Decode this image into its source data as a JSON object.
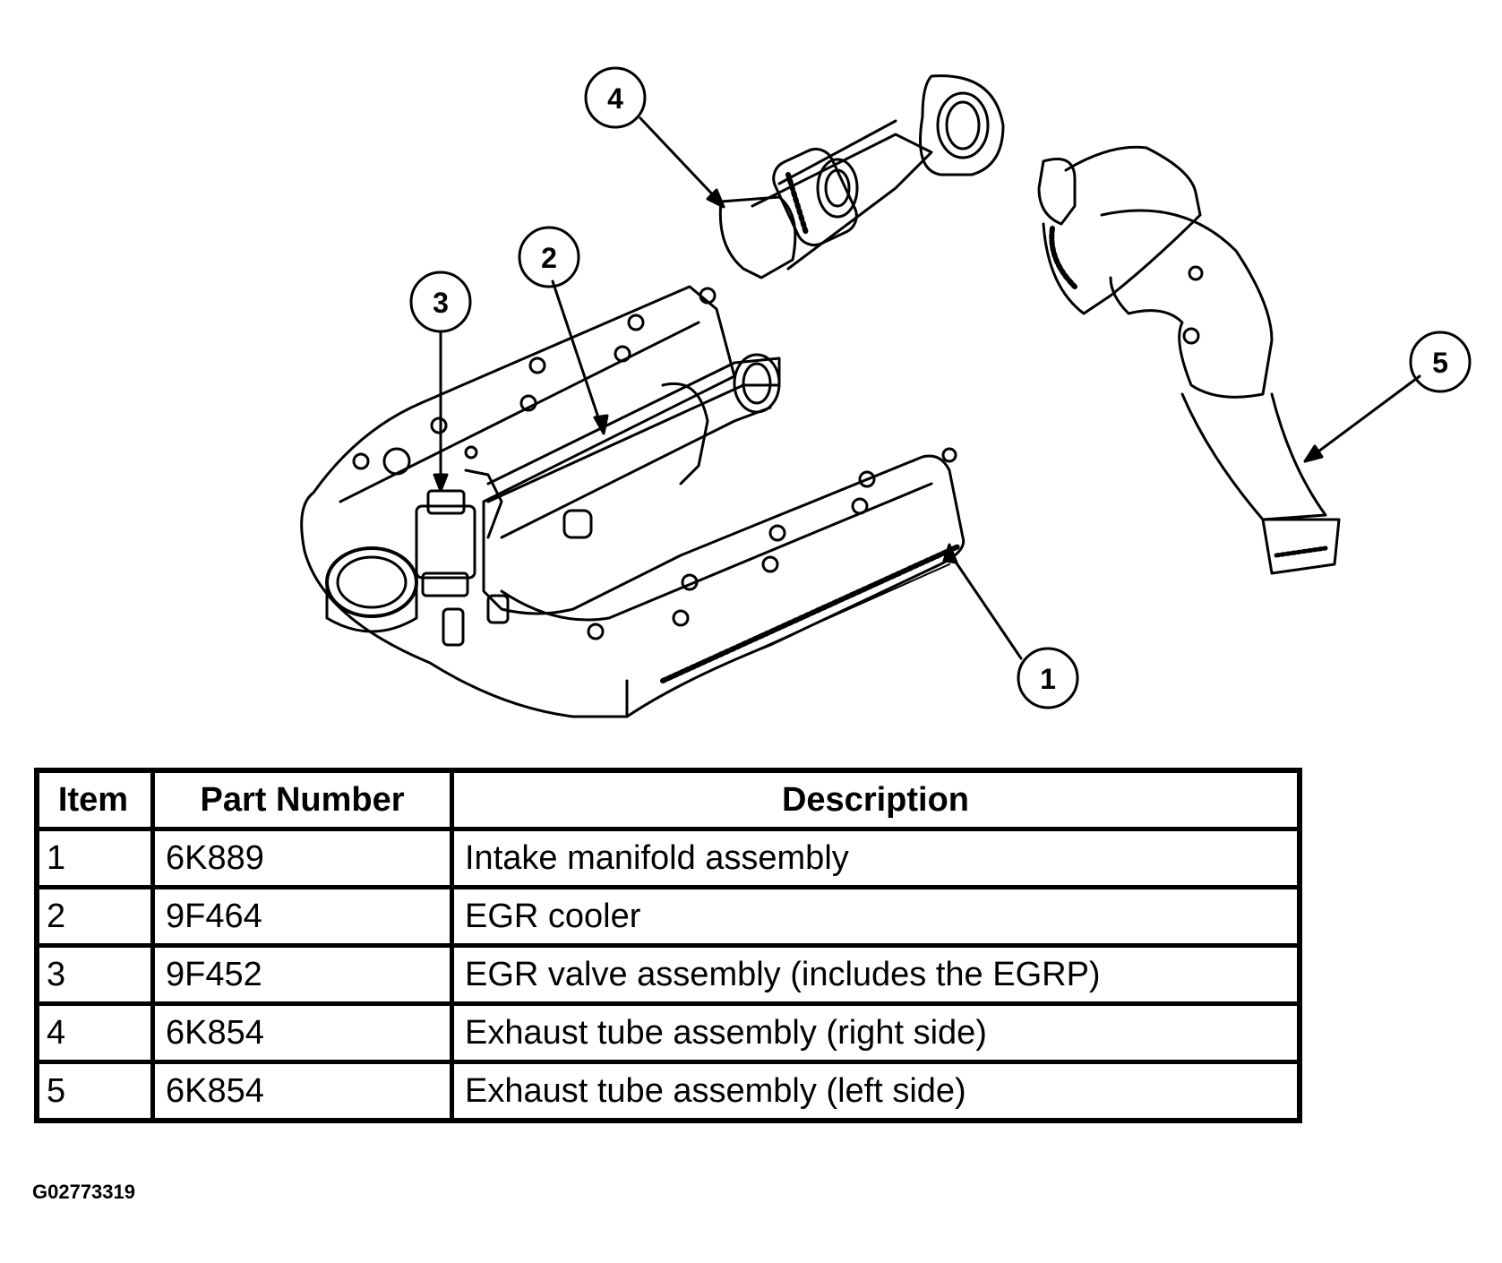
{
  "callouts": [
    "1",
    "2",
    "3",
    "4",
    "5"
  ],
  "table": {
    "headers": [
      "Item",
      "Part Number",
      "Description"
    ],
    "rows": [
      [
        "1",
        "6K889",
        "Intake manifold assembly"
      ],
      [
        "2",
        "9F464",
        "EGR cooler"
      ],
      [
        "3",
        "9F452",
        "EGR valve assembly (includes the EGRP)"
      ],
      [
        "4",
        "6K854",
        "Exhaust tube assembly (right side)"
      ],
      [
        "5",
        "6K854",
        "Exhaust tube assembly (left side)"
      ]
    ]
  },
  "figure_id": "G02773319"
}
